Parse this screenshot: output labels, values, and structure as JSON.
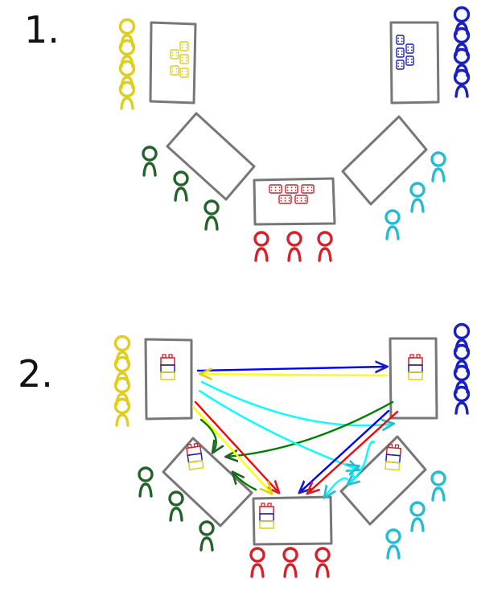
{
  "panels": [
    {
      "label": "1.",
      "description_role": "setup",
      "groups": [
        {
          "color_name": "yellow",
          "color": "#e0cf1a"
        },
        {
          "color_name": "blue",
          "color": "#1a1fc4"
        },
        {
          "color_name": "green",
          "color": "#24622c"
        },
        {
          "color_name": "red",
          "color": "#d8202a"
        },
        {
          "color_name": "cyan",
          "color": "#23bcd2"
        }
      ]
    },
    {
      "label": "2.",
      "description_role": "exchange",
      "groups": [
        {
          "color_name": "yellow",
          "color": "#e0cf1a"
        },
        {
          "color_name": "blue",
          "color": "#1a1fc4"
        },
        {
          "color_name": "green",
          "color": "#24622c"
        },
        {
          "color_name": "red",
          "color": "#d8202a"
        },
        {
          "color_name": "cyan",
          "color": "#23bcd2"
        }
      ]
    }
  ],
  "colors": {
    "yellow": "#e0cf1a",
    "blue": "#1a1fc4",
    "green": "#24622c",
    "red": "#d8202a",
    "cyan": "#23bcd2",
    "table": "#777777"
  }
}
